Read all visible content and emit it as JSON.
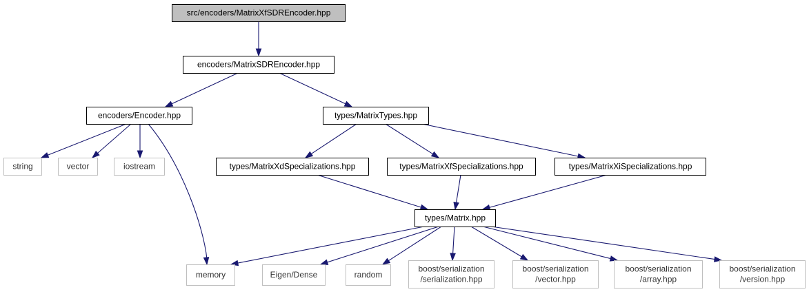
{
  "graph": {
    "nodes": {
      "root": {
        "lines": [
          "src/encoders/MatrixXfSDREncoder.hpp"
        ],
        "kind": "root"
      },
      "msdr": {
        "lines": [
          "encoders/MatrixSDREncoder.hpp"
        ],
        "kind": "local"
      },
      "enc": {
        "lines": [
          "encoders/Encoder.hpp"
        ],
        "kind": "local"
      },
      "mtypes": {
        "lines": [
          "types/MatrixTypes.hpp"
        ],
        "kind": "local"
      },
      "string": {
        "lines": [
          "string"
        ],
        "kind": "external"
      },
      "vector": {
        "lines": [
          "vector"
        ],
        "kind": "external"
      },
      "iostream": {
        "lines": [
          "iostream"
        ],
        "kind": "external"
      },
      "xd": {
        "lines": [
          "types/MatrixXdSpecializations.hpp"
        ],
        "kind": "local"
      },
      "xf": {
        "lines": [
          "types/MatrixXfSpecializations.hpp"
        ],
        "kind": "local"
      },
      "xi": {
        "lines": [
          "types/MatrixXiSpecializations.hpp"
        ],
        "kind": "local"
      },
      "matrix": {
        "lines": [
          "types/Matrix.hpp"
        ],
        "kind": "local"
      },
      "memory": {
        "lines": [
          "memory"
        ],
        "kind": "external"
      },
      "eigen": {
        "lines": [
          "Eigen/Dense"
        ],
        "kind": "external"
      },
      "random": {
        "lines": [
          "random"
        ],
        "kind": "external"
      },
      "bser": {
        "lines": [
          "boost/serialization",
          "/serialization.hpp"
        ],
        "kind": "external"
      },
      "bvec": {
        "lines": [
          "boost/serialization",
          "/vector.hpp"
        ],
        "kind": "external"
      },
      "barr": {
        "lines": [
          "boost/serialization",
          "/array.hpp"
        ],
        "kind": "external"
      },
      "bver": {
        "lines": [
          "boost/serialization",
          "/version.hpp"
        ],
        "kind": "external"
      }
    },
    "edges": [
      [
        "root",
        "msdr"
      ],
      [
        "msdr",
        "enc"
      ],
      [
        "msdr",
        "mtypes"
      ],
      [
        "enc",
        "string"
      ],
      [
        "enc",
        "vector"
      ],
      [
        "enc",
        "iostream"
      ],
      [
        "enc",
        "memory"
      ],
      [
        "mtypes",
        "xd"
      ],
      [
        "mtypes",
        "xf"
      ],
      [
        "mtypes",
        "xi"
      ],
      [
        "xd",
        "matrix"
      ],
      [
        "xf",
        "matrix"
      ],
      [
        "xi",
        "matrix"
      ],
      [
        "matrix",
        "memory"
      ],
      [
        "matrix",
        "eigen"
      ],
      [
        "matrix",
        "random"
      ],
      [
        "matrix",
        "bser"
      ],
      [
        "matrix",
        "bvec"
      ],
      [
        "matrix",
        "barr"
      ],
      [
        "matrix",
        "bver"
      ]
    ],
    "colors": {
      "edge": "#191970",
      "root_fill": "#bfbfbf",
      "external_border": "#bfbfbf"
    }
  }
}
